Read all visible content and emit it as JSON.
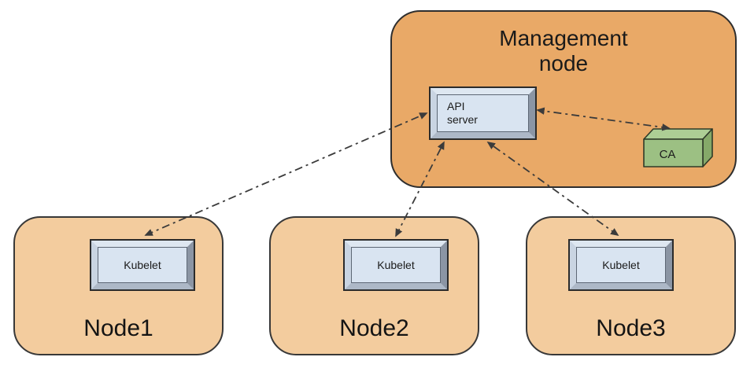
{
  "management_node": {
    "title": "Management\nnode",
    "api_server_label": "API\nserver",
    "ca_label": "CA"
  },
  "nodes": [
    {
      "label": "Node1",
      "component": "Kubelet"
    },
    {
      "label": "Node2",
      "component": "Kubelet"
    },
    {
      "label": "Node3",
      "component": "Kubelet"
    }
  ],
  "connections": [
    {
      "from": "Node1 Kubelet",
      "to": "API server",
      "style": "dash-dot",
      "bidirectional": true
    },
    {
      "from": "Node2 Kubelet",
      "to": "API server",
      "style": "dash-dot",
      "bidirectional": true
    },
    {
      "from": "Node3 Kubelet",
      "to": "API server",
      "style": "dash-dot",
      "bidirectional": true
    },
    {
      "from": "API server",
      "to": "CA",
      "style": "dash-dot",
      "bidirectional": true
    }
  ],
  "colors": {
    "management_node_fill": "#E9A967",
    "worker_node_fill": "#F3CC9E",
    "component_face": "#D9E4F1",
    "ca_front": "#9CC083",
    "ca_top": "#ADCE95",
    "ca_side": "#85A969",
    "arrow": "#3B3B3B",
    "outline": "#2E2E2E",
    "background": "#FFFFFF"
  }
}
